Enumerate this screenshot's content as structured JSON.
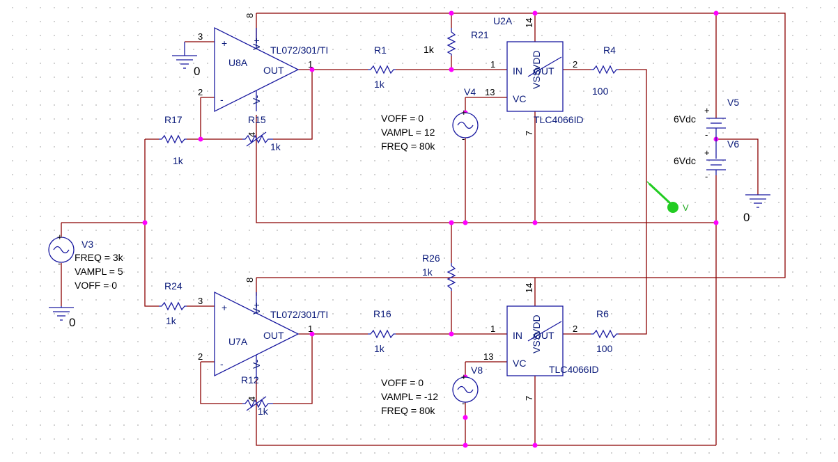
{
  "components": {
    "u8a": {
      "name": "U8A",
      "model": "TL072/301/TI",
      "plus": "+",
      "minus": "-",
      "vplus": "V+",
      "vminus": "V-",
      "out": "OUT",
      "pin3": "3",
      "pin2": "2",
      "pin1": "1",
      "pin8": "8",
      "pin4": "4"
    },
    "u7a": {
      "name": "U7A",
      "model": "TL072/301/TI",
      "plus": "+",
      "minus": "-",
      "vplus": "V+",
      "vminus": "V-",
      "out": "OUT",
      "pin3": "3",
      "pin2": "2",
      "pin1": "1",
      "pin8": "8",
      "pin4": "4"
    },
    "u2a": {
      "name": "U2A",
      "model": "TLC4066ID",
      "in": "IN",
      "out": "OUT",
      "vc": "VC",
      "vss": "VSS",
      "vdd": "VDD",
      "pin14": "14",
      "pin1": "1",
      "pin2": "2",
      "pin13": "13",
      "pin7": "7"
    },
    "u2b": {
      "model": "TLC4066ID",
      "in": "IN",
      "out": "OUT",
      "vc": "VC",
      "vss": "VSS",
      "vdd": "VDD",
      "pin14": "14",
      "pin1": "1",
      "pin2": "2",
      "pin13": "13",
      "pin7": "7"
    },
    "r21": {
      "name": "R21",
      "value": "1k"
    },
    "r1": {
      "name": "R1",
      "value": "1k"
    },
    "r4": {
      "name": "R4",
      "value": "100"
    },
    "r17": {
      "name": "R17",
      "value": "1k"
    },
    "r15": {
      "name": "R15",
      "value": "1k"
    },
    "r26": {
      "name": "R26",
      "value": "1k"
    },
    "r24": {
      "name": "R24",
      "value": "1k"
    },
    "r16": {
      "name": "R16",
      "value": "1k"
    },
    "r6": {
      "name": "R6",
      "value": "100"
    },
    "r12": {
      "name": "R12",
      "value": "1k"
    },
    "v4": {
      "name": "V4",
      "voff": "VOFF = 0",
      "vampl": "VAMPL = 12",
      "freq": "FREQ = 80k"
    },
    "v8": {
      "name": "V8",
      "voff": "VOFF = 0",
      "vampl": "VAMPL = -12",
      "freq": "FREQ = 80k"
    },
    "v3": {
      "name": "V3",
      "freq": "FREQ = 3k",
      "vampl": "VAMPL = 5",
      "voff": "VOFF = 0"
    },
    "v5": {
      "name": "V5",
      "value": "6Vdc"
    },
    "v6": {
      "name": "V6",
      "value": "6Vdc"
    },
    "probe": {
      "label": "V"
    },
    "gnd_labels": {
      "g1": "0",
      "g2": "0",
      "g3": "0"
    },
    "polarity": {
      "plus": "+",
      "minus": "-"
    }
  },
  "colors": {
    "wire": "#8b0000",
    "symbol": "#1a1aa0",
    "junction": "#ff00ff",
    "probe": "#22cc22"
  }
}
